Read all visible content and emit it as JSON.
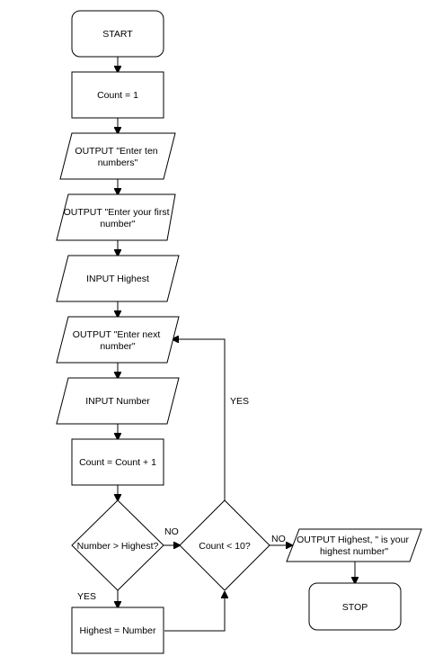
{
  "nodes": {
    "start": [
      "START"
    ],
    "count_init": [
      "Count = 1"
    ],
    "output_enter_ten": [
      "OUTPUT \"Enter ten",
      "numbers\""
    ],
    "output_enter_first": [
      "OUTPUT \"Enter your first",
      "number\""
    ],
    "input_highest": [
      "INPUT Highest"
    ],
    "output_enter_next": [
      "OUTPUT \"Enter next",
      "number\""
    ],
    "input_number": [
      "INPUT Number"
    ],
    "count_increment": [
      "Count = Count + 1"
    ],
    "decision_greater": [
      "Number > Highest?"
    ],
    "decision_count": [
      "Count < 10?"
    ],
    "output_highest": [
      "OUTPUT Highest, \" is your",
      "highest number\""
    ],
    "stop": [
      "STOP"
    ],
    "assign_highest": [
      "Highest = Number"
    ]
  },
  "edge_labels": {
    "greater_no": "NO",
    "greater_yes": "YES",
    "count_yes": "YES",
    "count_no": "NO"
  }
}
